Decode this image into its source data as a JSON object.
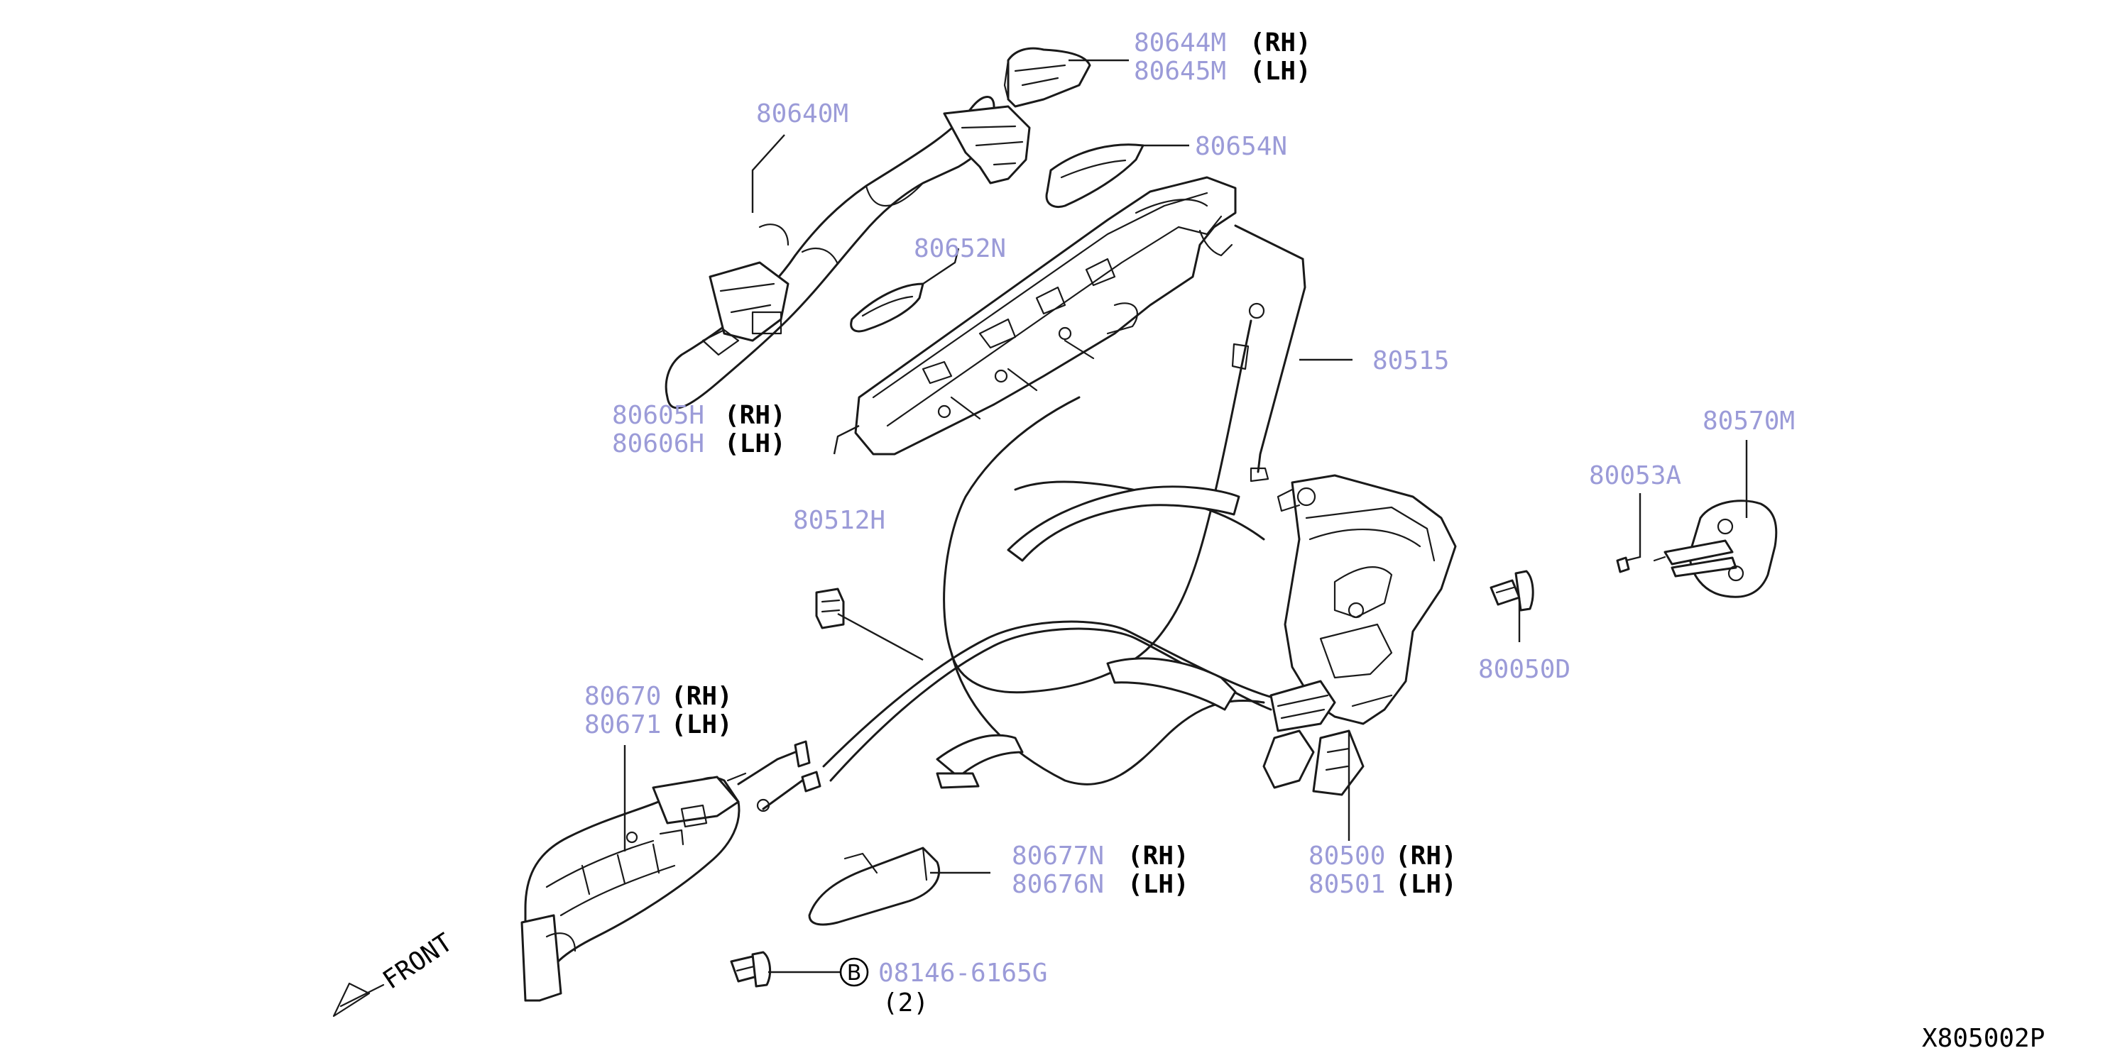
{
  "diagram_id": "X805002P",
  "colors": {
    "part_number": "#9b9bd8",
    "side_label": "#000000",
    "line_art": "#1a1a1a",
    "background": "#ffffff"
  },
  "callouts": {
    "handle_outside": {
      "part": "80640M"
    },
    "escutcheon": {
      "part_rh": "80644M",
      "side_rh": "(RH)",
      "part_lh": "80645M",
      "side_lh": "(LH)"
    },
    "gasket_front": {
      "part": "80654N"
    },
    "gasket_rear": {
      "part": "80652N"
    },
    "frame": {
      "part_rh": "80605H",
      "side_rh": "(RH)",
      "part_lh": "80606H",
      "side_lh": "(LH)"
    },
    "rod": {
      "part": "80515"
    },
    "striker": {
      "part": "80570M"
    },
    "shim": {
      "part": "80053A"
    },
    "clip": {
      "part": "80512H"
    },
    "screw": {
      "part": "80050D"
    },
    "handle_inside": {
      "part_rh": "80670",
      "side_rh": "(RH)",
      "part_lh": "80671",
      "side_lh": "(LH)"
    },
    "lock": {
      "part_rh": "80500",
      "side_rh": "(RH)",
      "part_lh": "80501",
      "side_lh": "(LH)"
    },
    "cover": {
      "part_rh": "80677N",
      "side_rh": "(RH)",
      "part_lh": "80676N",
      "side_lh": "(LH)"
    },
    "bolt": {
      "symbol": "B",
      "part": "08146-6165G",
      "qty": "(2)"
    }
  },
  "orientation": {
    "label": "FRONT",
    "icon": "front-arrow-icon"
  }
}
